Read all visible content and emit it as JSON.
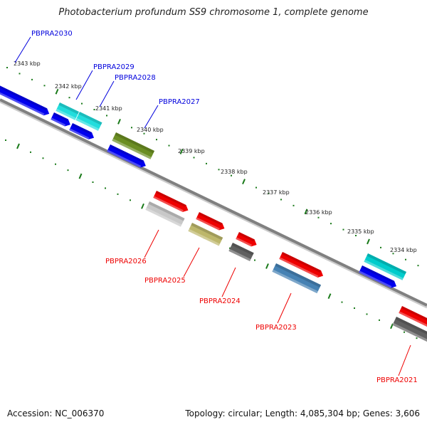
{
  "title": "Photobacterium profundum SS9 chromosome 1, complete genome",
  "footer": {
    "accession": "Accession: NC_006370",
    "summary": "Topology: circular; Length: 4,085,304 bp; Genes: 3,606"
  },
  "colors": {
    "backbone": "#808080",
    "ticks": "#1a7a1a",
    "forward_label": "#0000dd",
    "reverse_label": "#ee0000"
  },
  "scale_labels": [
    "2343 kbp",
    "2342 kbp",
    "2341 kbp",
    "2340 kbp",
    "2339 kbp",
    "2338 kbp",
    "2337 kbp",
    "2336 kbp",
    "2335 kbp",
    "2334 kbp"
  ],
  "genes_forward": [
    {
      "name": "PBPRA2030",
      "color": "#0000ee",
      "cds_color": "#0000ee"
    },
    {
      "name": "PBPRA2029",
      "color": "#22dddd",
      "cds_color": "#0000ee"
    },
    {
      "name": "PBPRA2028",
      "color": "#22dddd",
      "cds_color": "#0000ee"
    },
    {
      "name": "PBPRA2027",
      "color": "#6b8e23",
      "cds_color": "#0000ee"
    },
    {
      "name": "",
      "color": "#00cccc",
      "cds_color": "#0000ee"
    }
  ],
  "genes_reverse": [
    {
      "name": "PBPRA2026",
      "color": "#c8c8c8",
      "cds_color": "#ee0000"
    },
    {
      "name": "PBPRA2025",
      "color": "#bdb76b",
      "cds_color": "#ee0000"
    },
    {
      "name": "PBPRA2024",
      "color": "#606060",
      "cds_color": "#ee0000"
    },
    {
      "name": "PBPRA2023",
      "color": "#4682b4",
      "cds_color": "#ee0000"
    },
    {
      "name": "PBPRA2021",
      "color": "#606060",
      "cds_color": "#ee0000"
    }
  ]
}
